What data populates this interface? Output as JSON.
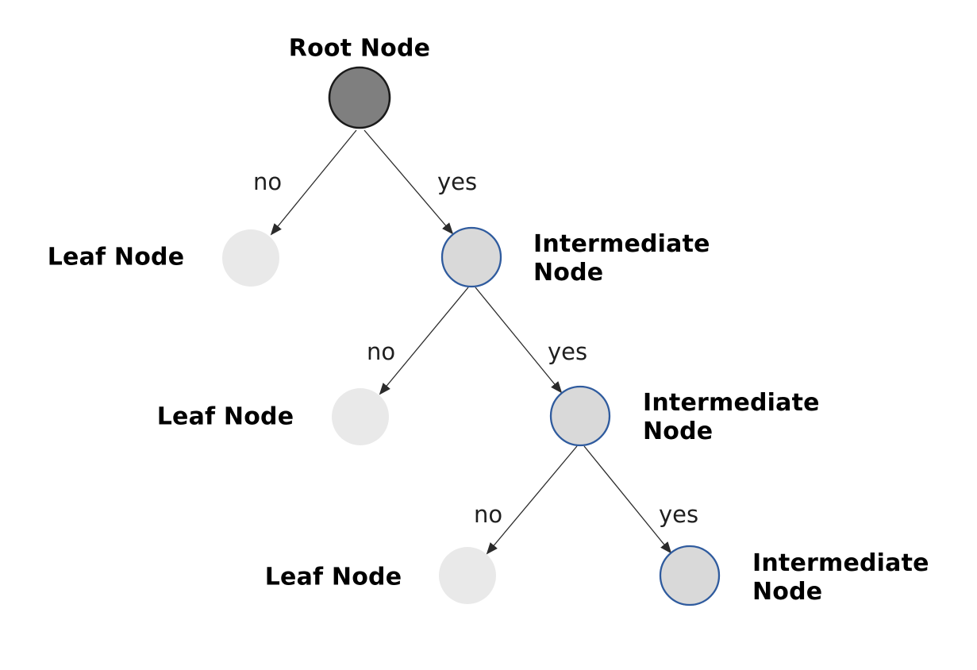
{
  "diagram": {
    "type": "decision-tree",
    "background": "#ffffff"
  },
  "colors": {
    "background": "#ffffff",
    "root_fill": "#7f7f7f",
    "root_stroke": "#1a1a1a",
    "intermediate_fill": "#d9d9d9",
    "intermediate_stroke": "#2f5b9e",
    "leaf_fill": "#e9e9e9",
    "edge_color": "#2b2b2b",
    "label_color": "#000000"
  },
  "nodes": {
    "root": {
      "label": "Root Node",
      "type": "root"
    },
    "leaf1": {
      "label": "Leaf Node",
      "type": "leaf"
    },
    "intermediate1": {
      "label": "Intermediate Node",
      "type": "intermediate"
    },
    "leaf2": {
      "label": "Leaf Node",
      "type": "leaf"
    },
    "intermediate2": {
      "label": "Intermediate Node",
      "type": "intermediate"
    },
    "leaf3": {
      "label": "Leaf Node",
      "type": "leaf"
    },
    "intermediate3": {
      "label": "Intermediate Node",
      "type": "intermediate"
    }
  },
  "edges": {
    "level1_no": {
      "label": "no",
      "from": "root",
      "to": "leaf1"
    },
    "level1_yes": {
      "label": "yes",
      "from": "root",
      "to": "intermediate1"
    },
    "level2_no": {
      "label": "no",
      "from": "intermediate1",
      "to": "leaf2"
    },
    "level2_yes": {
      "label": "yes",
      "from": "intermediate1",
      "to": "intermediate2"
    },
    "level3_no": {
      "label": "no",
      "from": "intermediate2",
      "to": "leaf3"
    },
    "level3_yes": {
      "label": "yes",
      "from": "intermediate2",
      "to": "intermediate3"
    }
  }
}
